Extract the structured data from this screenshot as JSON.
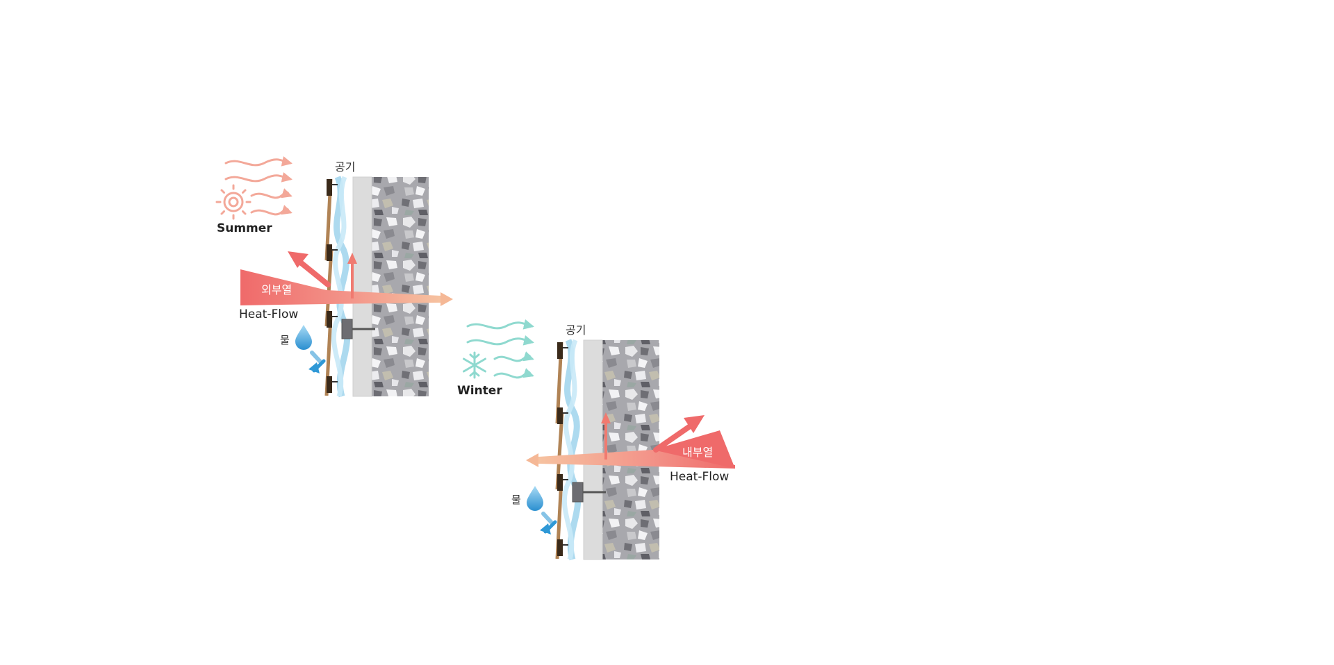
{
  "summer": {
    "season_label": "Summer",
    "air_label": "공기",
    "heat_label": "외부열",
    "flow_label": "Heat-Flow",
    "water_label": "물"
  },
  "winter": {
    "season_label": "Winter",
    "air_label": "공기",
    "heat_label": "내부열",
    "flow_label": "Heat-Flow",
    "water_label": "물"
  },
  "colors": {
    "heat_red": "#f07070",
    "heat_light": "#f5b896",
    "sun_salmon": "#f3a899",
    "wind_teal": "#8fd9cf",
    "air_blue": "#9fd3ec",
    "water_blue": "#2e98d6",
    "cladding_brown": "#b08355",
    "insulation_gray": "#d9d9d9",
    "stone_gray": "#a8a8ad"
  },
  "icons": {
    "summer_season": "sun-icon",
    "winter_season": "snowflake-icon",
    "water": "water-drop-icon"
  }
}
